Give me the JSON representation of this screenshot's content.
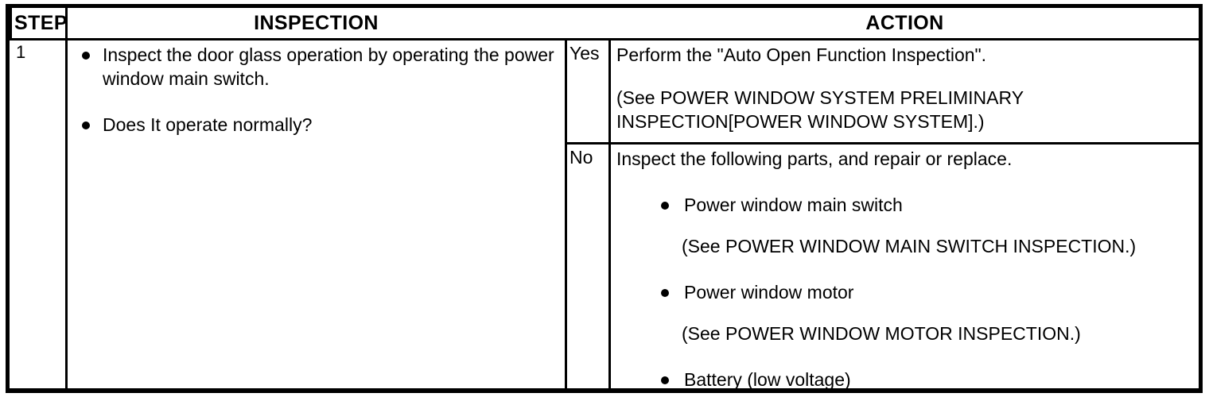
{
  "table": {
    "headers": {
      "step": "STEP",
      "inspection": "INSPECTION",
      "action": "ACTION"
    },
    "rows": [
      {
        "step": "1",
        "inspection": {
          "bullets": [
            "Inspect the door glass operation by operating\nthe power window main switch.",
            "Does It operate normally?"
          ]
        },
        "actions": [
          {
            "answer": "Yes",
            "lead": "Perform the \"Auto Open Function Inspection\".",
            "reference": "(See POWER WINDOW SYSTEM PRELIMINARY\nINSPECTION[POWER WINDOW SYSTEM].)",
            "items": []
          },
          {
            "answer": "No",
            "lead": "Inspect the following parts, and repair or replace.",
            "reference": "",
            "items": [
              {
                "label": "Power window main switch",
                "reference": "(See POWER WINDOW MAIN SWITCH INSPECTION.)"
              },
              {
                "label": "Power window motor",
                "reference": "(See POWER WINDOW MOTOR INSPECTION.)"
              },
              {
                "label": "Battery (low voltage)",
                "reference": ""
              }
            ]
          }
        ]
      }
    ]
  },
  "style": {
    "ink": "#000000",
    "paper": "#ffffff"
  }
}
